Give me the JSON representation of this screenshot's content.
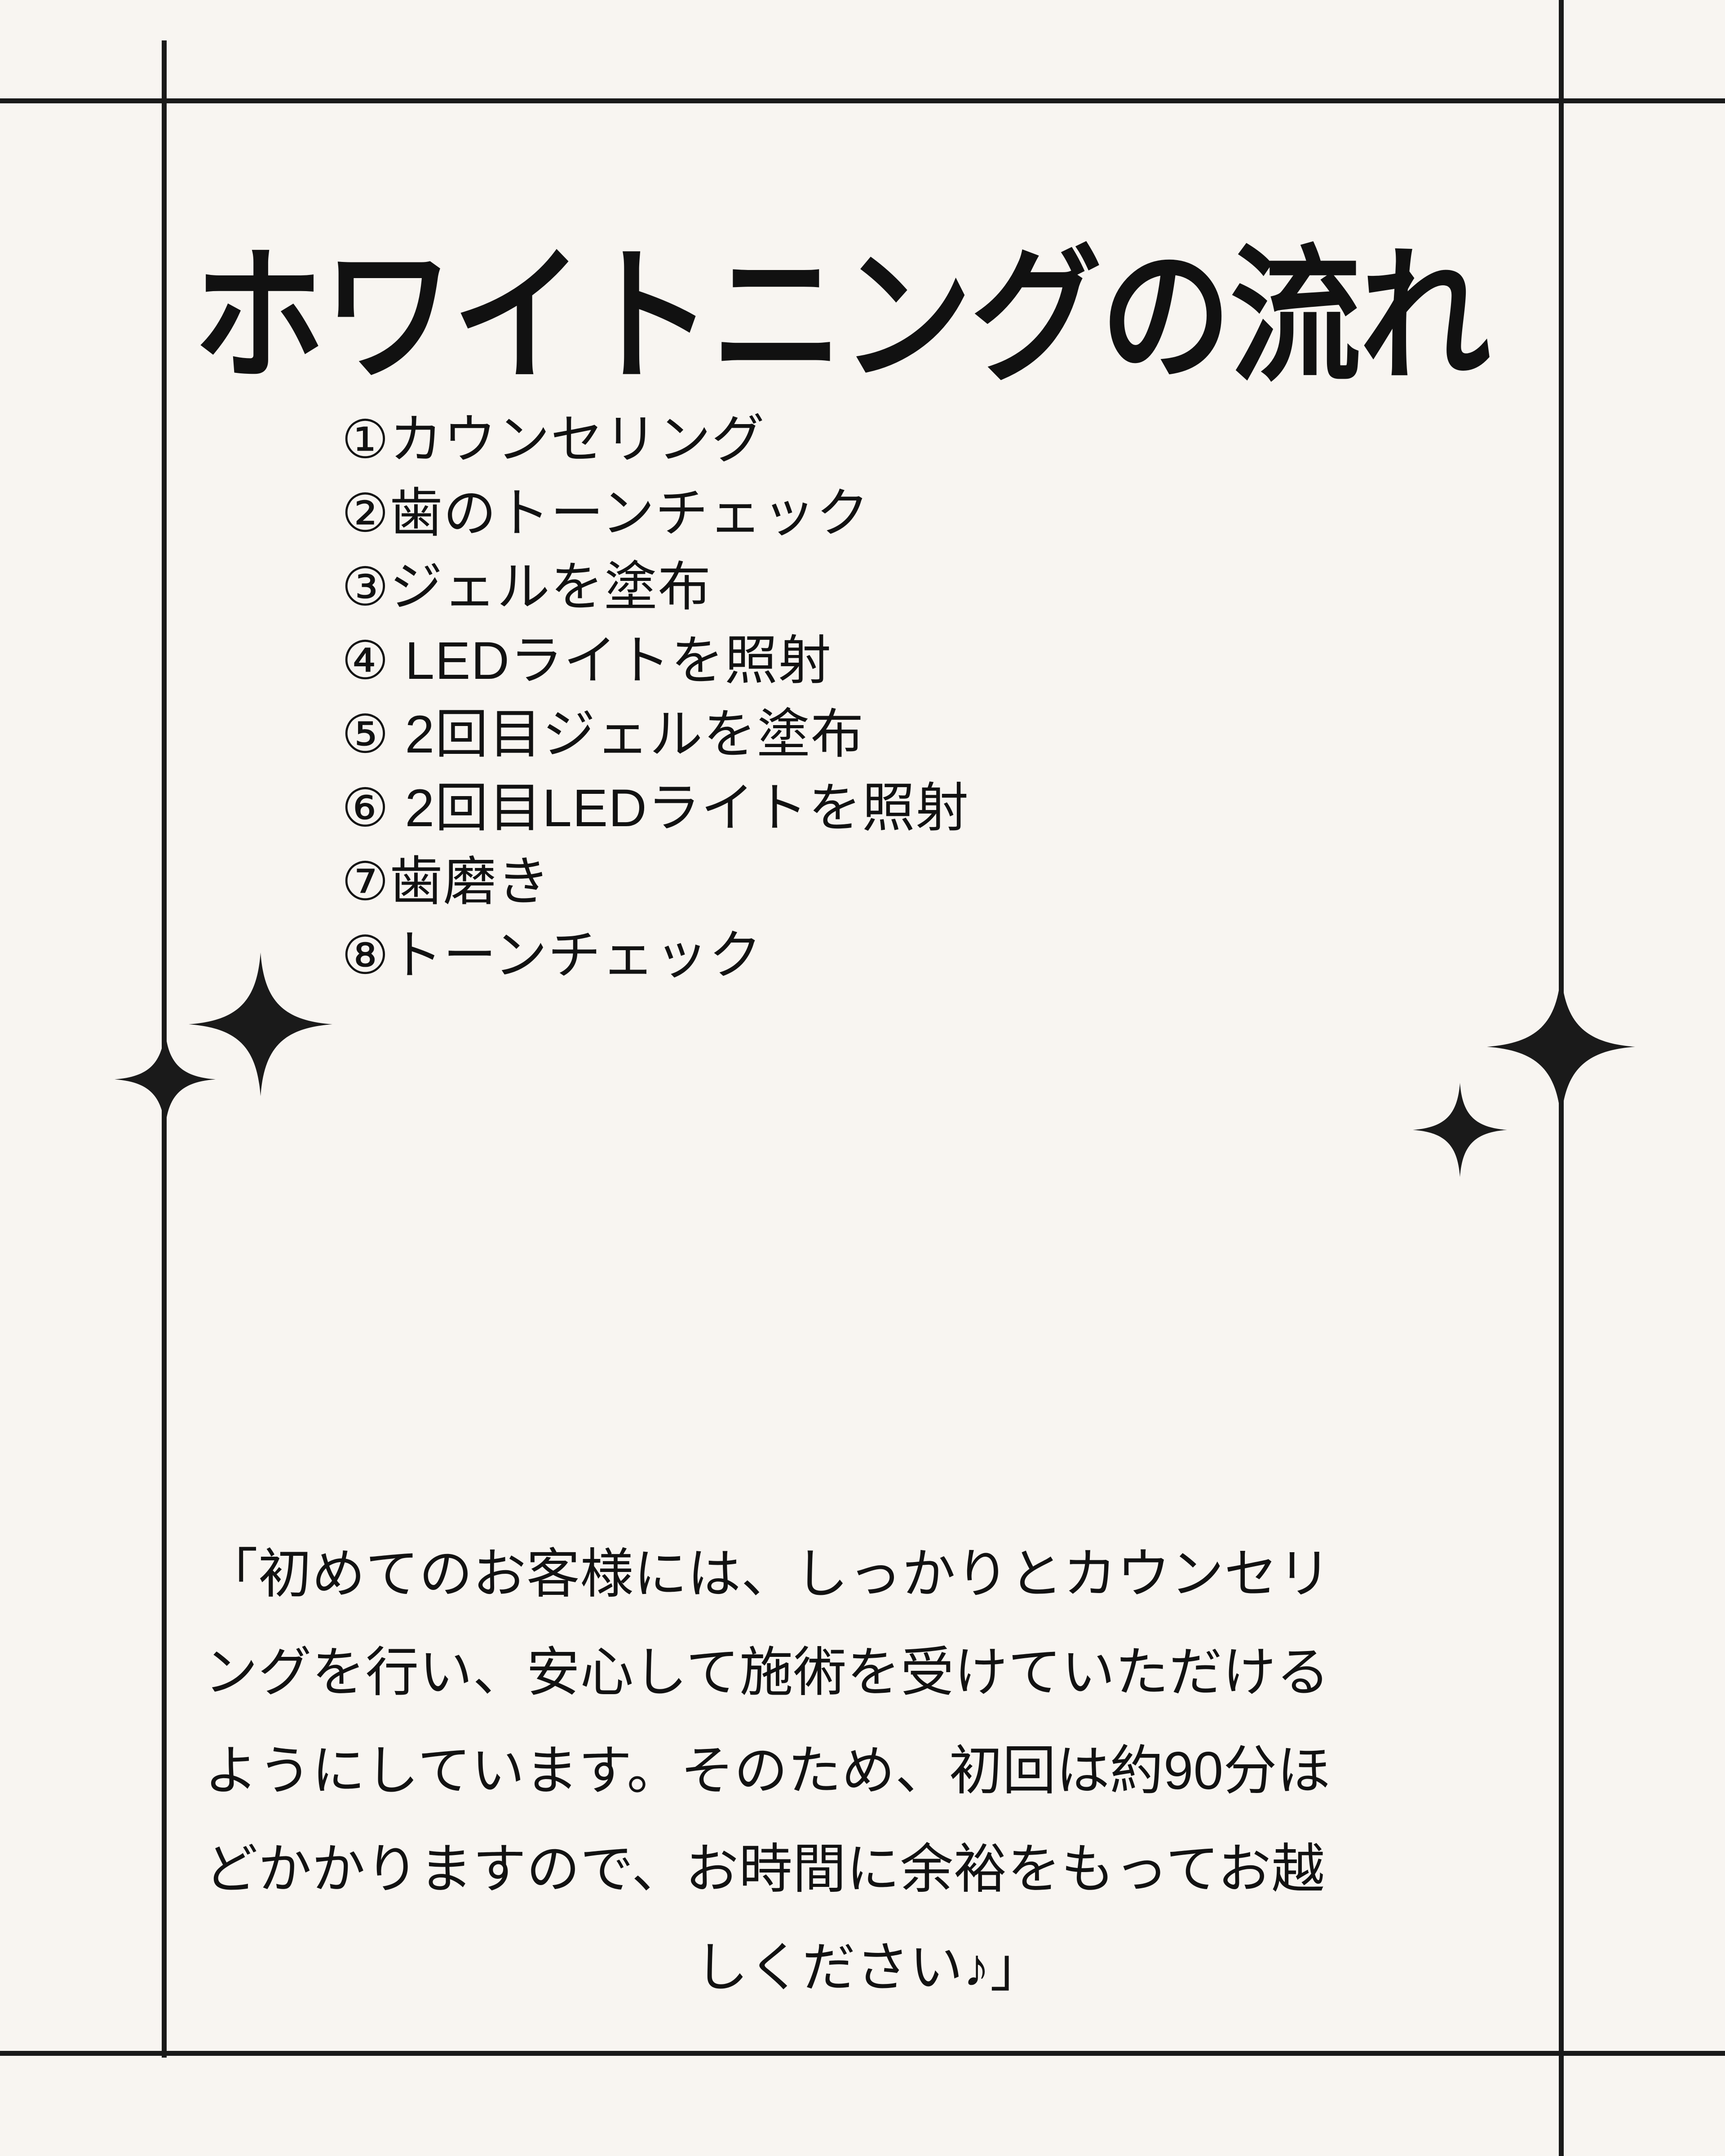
{
  "theme": {
    "background_color": "#f8f5f1",
    "text_color": "#121212",
    "rule_color": "#1a1a1a",
    "sparkle_color": "#1a1a1a"
  },
  "title": "ホワイトニングの流れ",
  "steps": [
    {
      "number": "①",
      "label": "①カウンセリング"
    },
    {
      "number": "②",
      "label": "②歯のトーンチェック"
    },
    {
      "number": "③",
      "label": "③ジェルを塗布"
    },
    {
      "number": "④",
      "label": "④ LEDライトを照射"
    },
    {
      "number": "⑤",
      "label": "⑤ 2回目ジェルを塗布"
    },
    {
      "number": "⑥",
      "label": "⑥ 2回目LEDライトを照射"
    },
    {
      "number": "⑦",
      "label": "⑦歯磨き"
    },
    {
      "number": "⑧",
      "label": "⑧トーンチェック"
    }
  ],
  "paragraph": {
    "full_text": "「初めてのお客様には、しっかりとカウンセリングを行い、安心して施術を受けていただけるようにしています。そのため、初回は約90分ほどかかりますので、お時間に余裕をもってお越しください♪」",
    "lines": [
      "「初めてのお客様には、しっかりとカウンセリ",
      "ングを行い、安心して施術を受けていただける",
      "ようにしています。そのため、初回は約90分ほ",
      "どかかりますので、お時間に余裕をもってお越",
      "しください♪」"
    ]
  },
  "decorations": {
    "sparkles": [
      {
        "name": "sparkle-left-large",
        "position": "left-middle"
      },
      {
        "name": "sparkle-left-small",
        "position": "left-middle-lower"
      },
      {
        "name": "sparkle-right-large",
        "position": "right-middle"
      },
      {
        "name": "sparkle-right-small",
        "position": "right-middle-lower"
      }
    ],
    "rules": [
      {
        "name": "rule-top-horizontal",
        "orientation": "horizontal"
      },
      {
        "name": "rule-left-vertical",
        "orientation": "vertical"
      },
      {
        "name": "rule-right-vertical",
        "orientation": "vertical"
      },
      {
        "name": "rule-bottom-horizontal",
        "orientation": "horizontal"
      }
    ]
  }
}
